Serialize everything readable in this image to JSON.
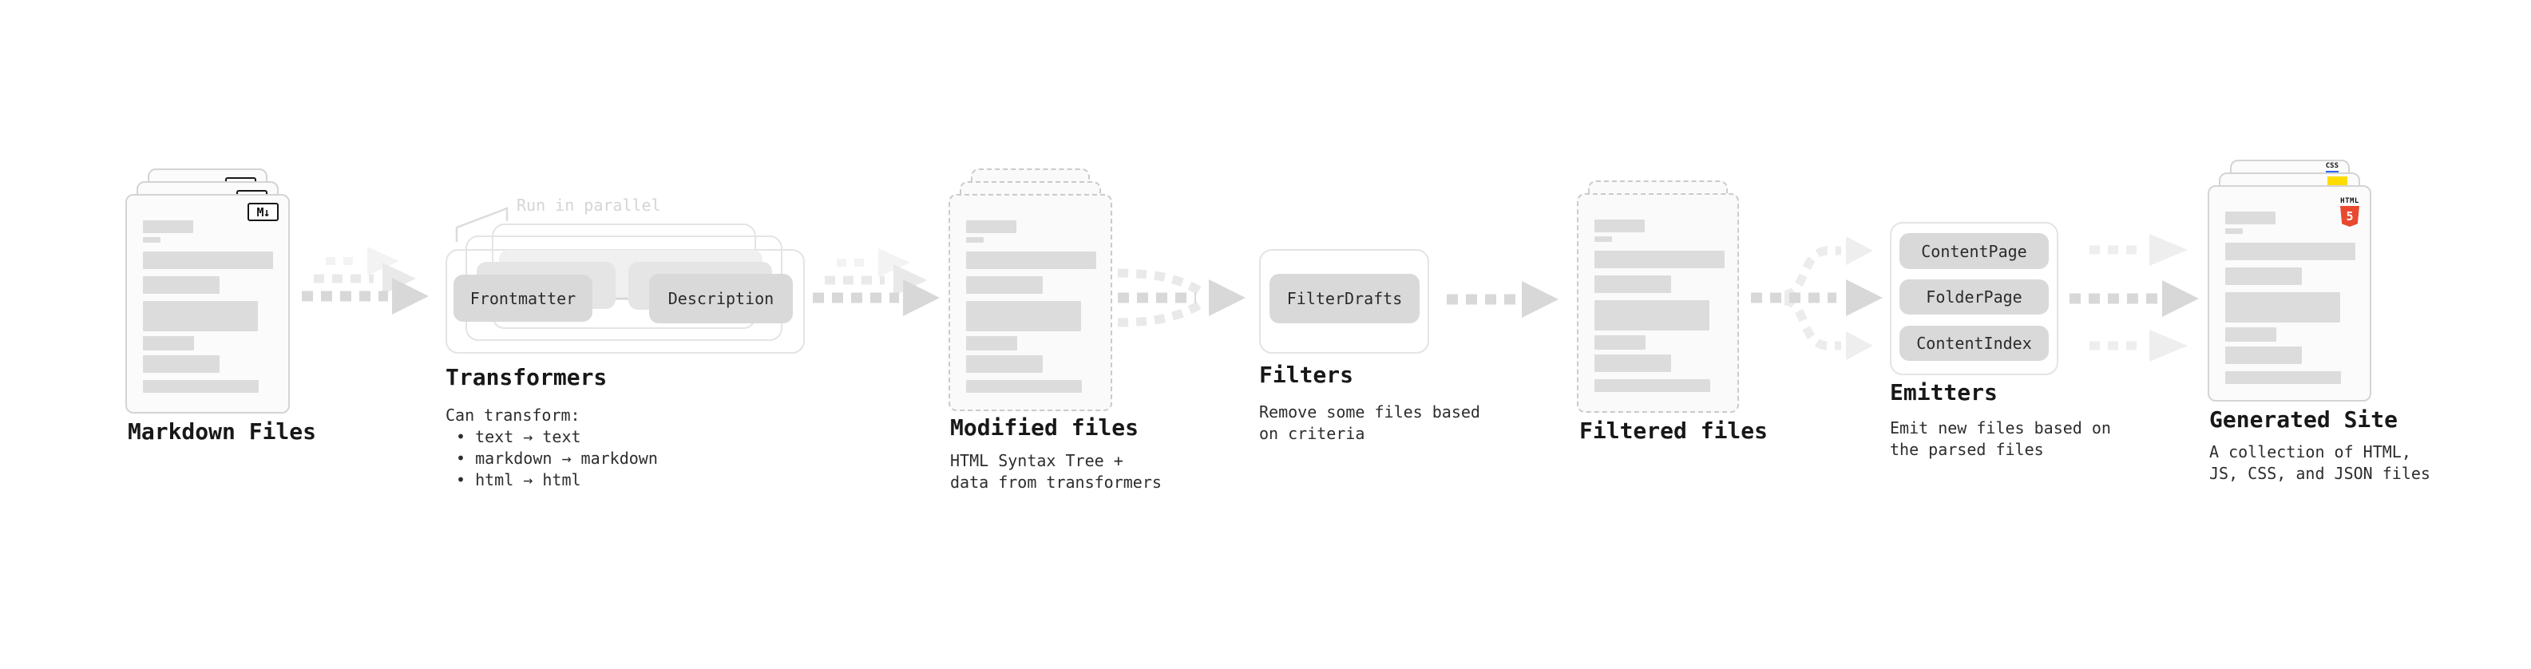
{
  "stages": {
    "markdown": {
      "title": "Markdown Files",
      "badge": "M↓"
    },
    "transformers": {
      "note": "Run in parallel",
      "chip_left": "Frontmatter",
      "chip_right": "Description",
      "title": "Transformers",
      "desc": [
        "Can transform:",
        "• text → text",
        "• markdown → markdown",
        "• html → html"
      ]
    },
    "modified": {
      "title": "Modified files",
      "desc": [
        "HTML Syntax Tree +",
        "data from transformers"
      ]
    },
    "filters": {
      "chip": "FilterDrafts",
      "title": "Filters",
      "desc": [
        "Remove some files based",
        "on criteria"
      ]
    },
    "filtered": {
      "title": "Filtered files"
    },
    "emitters": {
      "chips": [
        "ContentPage",
        "FolderPage",
        "ContentIndex"
      ],
      "title": "Emitters",
      "desc": [
        "Emit new files based on",
        "the parsed files"
      ]
    },
    "generated": {
      "title": "Generated Site",
      "desc": [
        "A collection of HTML,",
        "JS, CSS, and JSON files"
      ],
      "badge_css": "CSS",
      "badge_html_label": "HTML",
      "badge_html_number": "5"
    }
  },
  "colors": {
    "html5_orange": "#e8492f",
    "js_yellow": "#ffdd00",
    "css_blue": "#2965f1"
  }
}
